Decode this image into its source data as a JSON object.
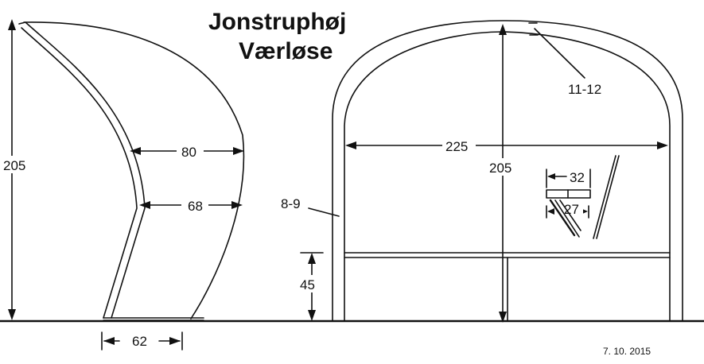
{
  "title": {
    "line1": "Jonstruphøj",
    "line2": "Værløse"
  },
  "side_view": {
    "height_label": "205",
    "upper_width_label": "80",
    "lower_width_label": "68",
    "base_width_label": "62"
  },
  "front_view": {
    "width_label": "225",
    "height_label": "205",
    "arch_rise_label": "11-12",
    "post_label": "8-9",
    "rail_height_label": "45",
    "detail_outer_label": "32",
    "detail_inner_label": "27"
  },
  "date": "7. 10. 2015"
}
